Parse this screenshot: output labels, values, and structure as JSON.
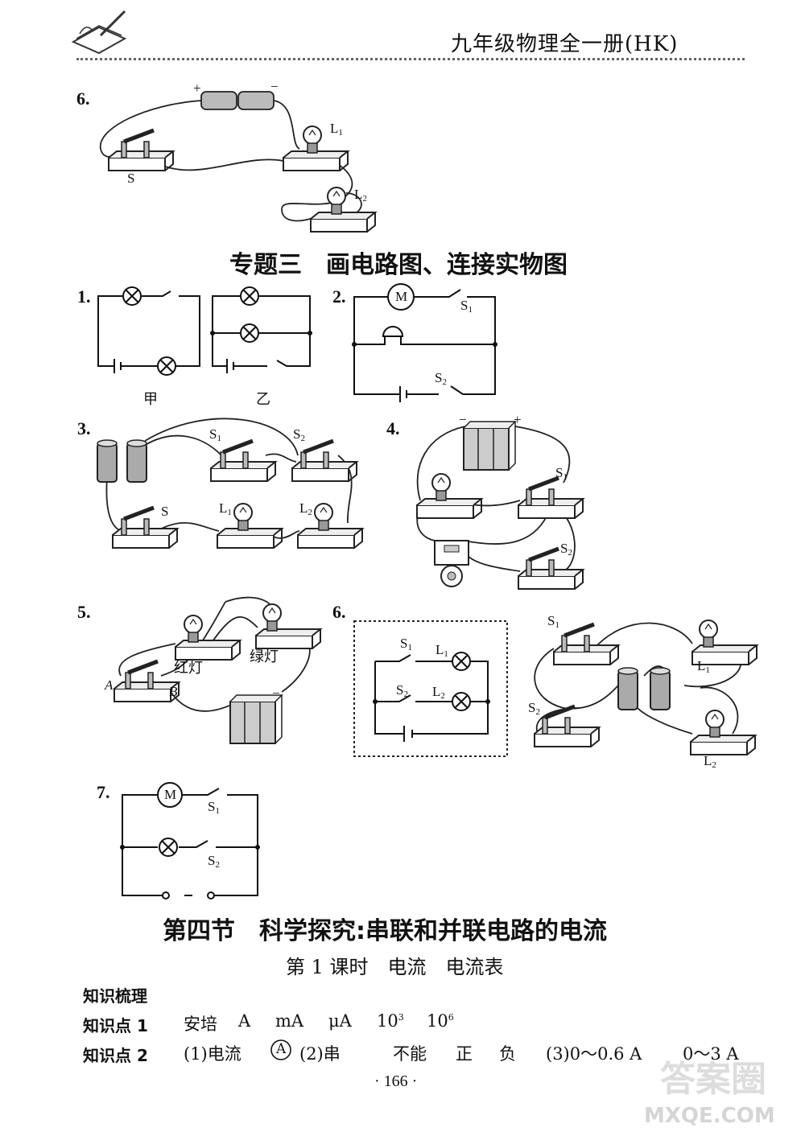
{
  "header": {
    "book_title": "九年级物理全一册(HK)"
  },
  "top_section": {
    "q6_number": "6.",
    "battery_plus": "+",
    "battery_minus": "−",
    "switch_label": "S",
    "lamp1_label": "L",
    "lamp1_sub": "1",
    "lamp2_label": "L",
    "lamp2_sub": "2"
  },
  "topic3": {
    "title": "专题三　画电路图、连接实物图",
    "q1": {
      "number": "1.",
      "jia": "甲",
      "yi": "乙"
    },
    "q2": {
      "number": "2.",
      "motor": "M",
      "s1": "S",
      "s1_sub": "1",
      "s2": "S",
      "s2_sub": "2"
    },
    "q3": {
      "number": "3.",
      "s1": "S",
      "s1_sub": "1",
      "s2": "S",
      "s2_sub": "2",
      "s": "S",
      "l1": "L",
      "l1_sub": "1",
      "l2": "L",
      "l2_sub": "2"
    },
    "q4": {
      "number": "4.",
      "minus": "−",
      "plus": "+",
      "s1": "S",
      "s1_sub": "1",
      "s2": "S",
      "s2_sub": "2"
    },
    "q5": {
      "number": "5.",
      "red_lamp": "红灯",
      "green_lamp": "绿灯",
      "a": "A",
      "b": "B",
      "minus": "−"
    },
    "q6": {
      "number": "6.",
      "s1": "S",
      "s1_sub": "1",
      "s2": "S",
      "s2_sub": "2",
      "l1": "L",
      "l1_sub": "1",
      "l2": "L",
      "l2_sub": "2"
    },
    "q7": {
      "number": "7.",
      "motor": "M",
      "s1": "S",
      "s1_sub": "1",
      "s2": "S",
      "s2_sub": "2"
    }
  },
  "section4": {
    "title": "第四节　科学探究:串联和并联电路的电流",
    "lesson": "第 1 课时　电流　电流表",
    "knowledge_heading": "知识梳理",
    "kp1_label": "知识点 1",
    "kp1_items": [
      "安培",
      "A",
      "mA",
      "μA",
      "10",
      "3",
      "10",
      "6"
    ],
    "kp2_label": "知识点 2",
    "kp2_a": "(1)电流",
    "kp2_circle": "A",
    "kp2_b": "(2)串",
    "kp2_c": "不能",
    "kp2_d": "正",
    "kp2_e": "负",
    "kp2_f": "(3)0～0.6 A",
    "kp2_g": "0～3 A"
  },
  "footer": {
    "page_number": "· 166 ·",
    "watermark_main": "答案圈",
    "watermark_url": "MXQE.COM"
  }
}
